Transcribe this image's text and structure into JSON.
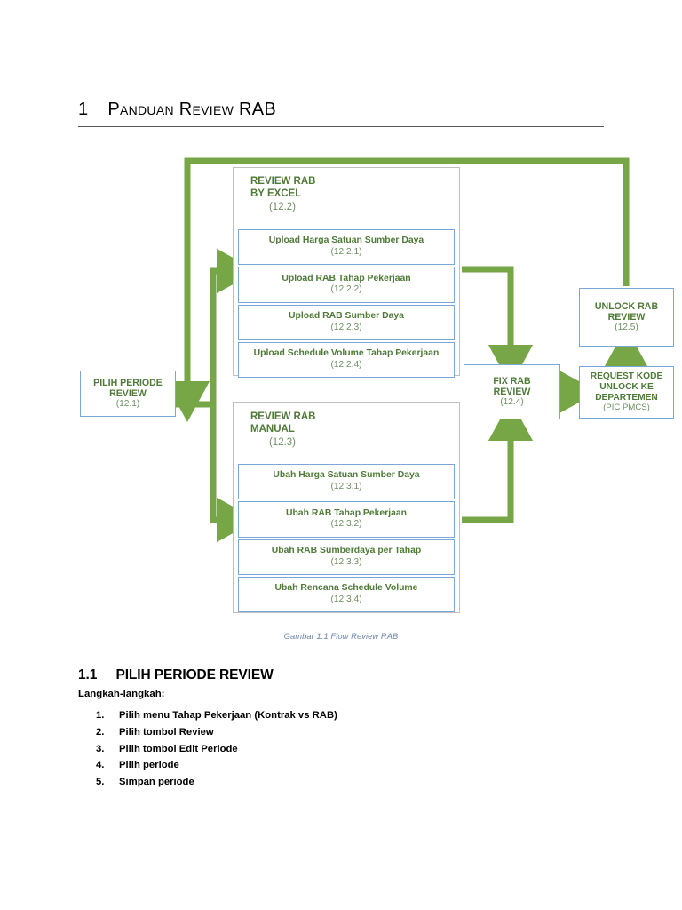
{
  "document": {
    "heading": {
      "number": "1",
      "text": "Panduan Review RAB"
    },
    "figure_caption": "Gambar 1.1 Flow Review RAB",
    "section": {
      "number": "1.1",
      "title": "PILIH PERIODE REVIEW",
      "lead": "Langkah-langkah:",
      "steps": [
        {
          "num": "1.",
          "text": "Pilih menu Tahap Pekerjaan (Kontrak vs RAB)"
        },
        {
          "num": "2.",
          "text": "Pilih tombol Review"
        },
        {
          "num": "3.",
          "text": "Pilih tombol Edit Periode"
        },
        {
          "num": "4.",
          "text": "Pilih periode"
        },
        {
          "num": "5.",
          "text": "Simpan periode"
        }
      ]
    }
  },
  "diagram": {
    "start": {
      "title_line1": "PILIH PERIODE",
      "title_line2": "REVIEW",
      "code": "(12.1)"
    },
    "excel_group": {
      "title_line1": "REVIEW RAB",
      "title_line2": "BY EXCEL",
      "code": "(12.2)",
      "rows": [
        {
          "label": "Upload Harga Satuan Sumber Daya",
          "code": "(12.2.1)"
        },
        {
          "label": "Upload RAB Tahap Pekerjaan",
          "code": "(12.2.2)"
        },
        {
          "label": "Upload RAB Sumber Daya",
          "code": "(12.2.3)"
        },
        {
          "label": "Upload Schedule Volume Tahap Pekerjaan",
          "code": "(12.2.4)"
        }
      ]
    },
    "manual_group": {
      "title_line1": "REVIEW RAB",
      "title_line2": "MANUAL",
      "code": "(12.3)",
      "rows": [
        {
          "label": "Ubah Harga Satuan Sumber Daya",
          "code": "(12.3.1)"
        },
        {
          "label": "Ubah RAB Tahap Pekerjaan",
          "code": "(12.3.2)"
        },
        {
          "label": "Ubah RAB Sumberdaya per Tahap",
          "code": "(12.3.3)"
        },
        {
          "label": "Ubah Rencana Schedule Volume",
          "code": "(12.3.4)"
        }
      ]
    },
    "fix": {
      "title_line1": "FIX RAB",
      "title_line2": "REVIEW",
      "code": "(12.4)"
    },
    "unlock": {
      "title_line1": "UNLOCK RAB",
      "title_line2": "REVIEW",
      "code": "(12.5)"
    },
    "request": {
      "title_line1": "REQUEST KODE",
      "title_line2": "UNLOCK KE",
      "title_line3": "DEPARTEMEN",
      "code": "(PIC PMCS)"
    }
  },
  "colors": {
    "flow_green": "#76a646",
    "text_green": "#4f7a38",
    "sub_green": "#6f8f62",
    "box_blue": "#7ba7d7",
    "group_gray": "#c0c0c0",
    "caption_blue": "#6e86a8"
  }
}
